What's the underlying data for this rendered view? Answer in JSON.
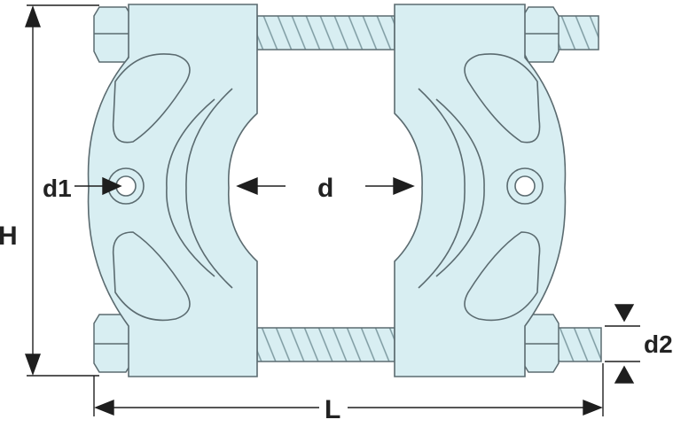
{
  "colors": {
    "fill": "#d8eef2",
    "stroke": "#5b6b70",
    "dim": "#1e1e1e",
    "thread": "#7d9aa1"
  },
  "labels": {
    "height": "H",
    "length": "L",
    "bore": "d",
    "hole": "d1",
    "rod": "d2"
  }
}
